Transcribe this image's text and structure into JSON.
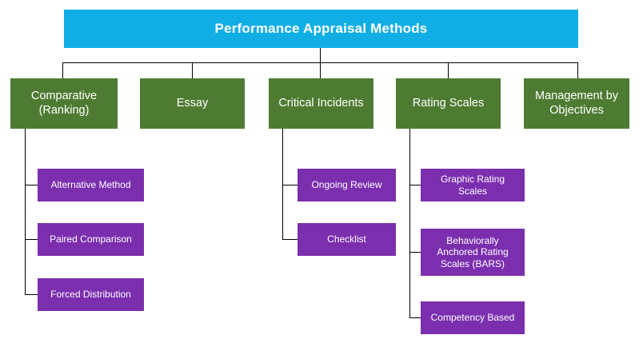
{
  "diagram": {
    "title": "Performance Appraisal Methods",
    "type": "org-chart",
    "colors": {
      "root": "#11aee5",
      "branch": "#4e7b32",
      "leaf": "#7b2fae",
      "connector": "#000000",
      "background": "#ffffff",
      "text": "#ffffff"
    },
    "root": {
      "label": "Performance Appraisal Methods"
    },
    "branches": [
      {
        "label": "Comparative\n(Ranking)",
        "children": [
          {
            "label": "Alternative Method"
          },
          {
            "label": "Paired Comparison"
          },
          {
            "label": "Forced Distribution"
          }
        ]
      },
      {
        "label": "Essay",
        "children": []
      },
      {
        "label": "Critical Incidents",
        "children": [
          {
            "label": "Ongoing Review"
          },
          {
            "label": "Checklist"
          }
        ]
      },
      {
        "label": "Rating Scales",
        "children": [
          {
            "label": "Graphic Rating\nScales"
          },
          {
            "label": "Behaviorally\nAnchored Rating\nScales (BARS)"
          },
          {
            "label": "Competency Based"
          }
        ]
      },
      {
        "label": "Management by\nObjectives",
        "children": []
      }
    ]
  }
}
